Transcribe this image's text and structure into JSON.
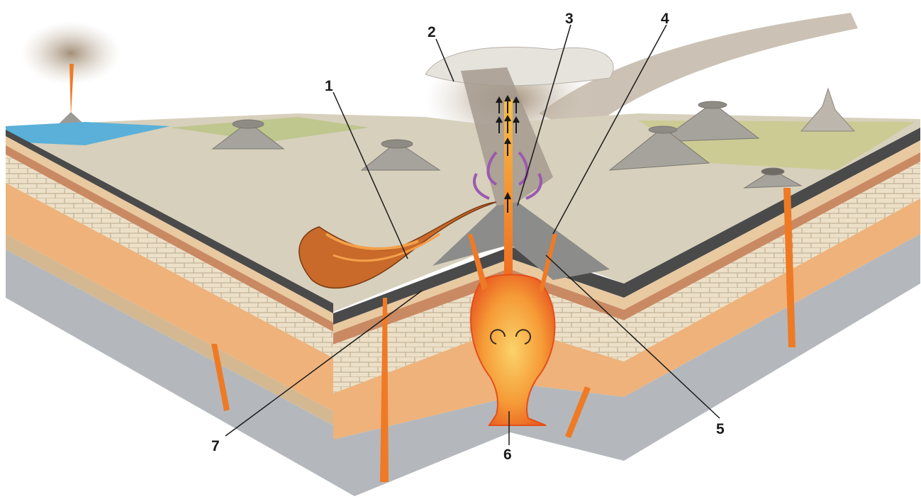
{
  "figure": {
    "subject": "volcano-block-diagram",
    "callouts": [
      {
        "id": "c1",
        "number": "1"
      },
      {
        "id": "c2",
        "number": "2"
      },
      {
        "id": "c3",
        "number": "3"
      },
      {
        "id": "c4",
        "number": "4"
      },
      {
        "id": "c5",
        "number": "5"
      },
      {
        "id": "c6",
        "number": "6"
      },
      {
        "id": "c7",
        "number": "7"
      }
    ]
  },
  "palette": {
    "sky": "#ffffff",
    "sea": "#5ab0d8",
    "ground_light": "#d9d2b8",
    "ground_grass": "#b5c27a",
    "magma": "#f08a2a",
    "magma_core": "#f7c04a",
    "rock_dark": "#4a4a4a",
    "layer_tan": "#e8c9a0",
    "layer_orange": "#eeb27a",
    "layer_brown": "#c98a63",
    "layer_grey": "#b4b8bc",
    "brick": "#e9dcc2",
    "ash": "#b8aa98",
    "arrow_purple": "#9a5ab0"
  }
}
